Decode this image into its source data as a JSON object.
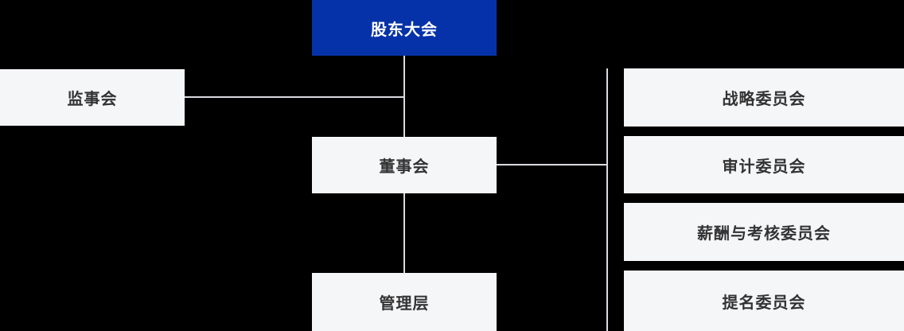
{
  "org_chart": {
    "type": "org-chart",
    "root": {
      "label": "股东大会"
    },
    "supervisory_board": {
      "label": "监事会"
    },
    "board_of_directors": {
      "label": "董事会"
    },
    "management": {
      "label": "管理层"
    },
    "committees": [
      {
        "label": "战略委员会"
      },
      {
        "label": "审计委员会"
      },
      {
        "label": "薪酬与考核委员会"
      },
      {
        "label": "提名委员会"
      }
    ],
    "colors": {
      "root_bg": "#0532a8",
      "root_text": "#ffffff",
      "node_bg": "#f5f6f8",
      "node_text": "#333333",
      "connector": "#d9dbe0",
      "canvas_bg": "#000000"
    }
  }
}
